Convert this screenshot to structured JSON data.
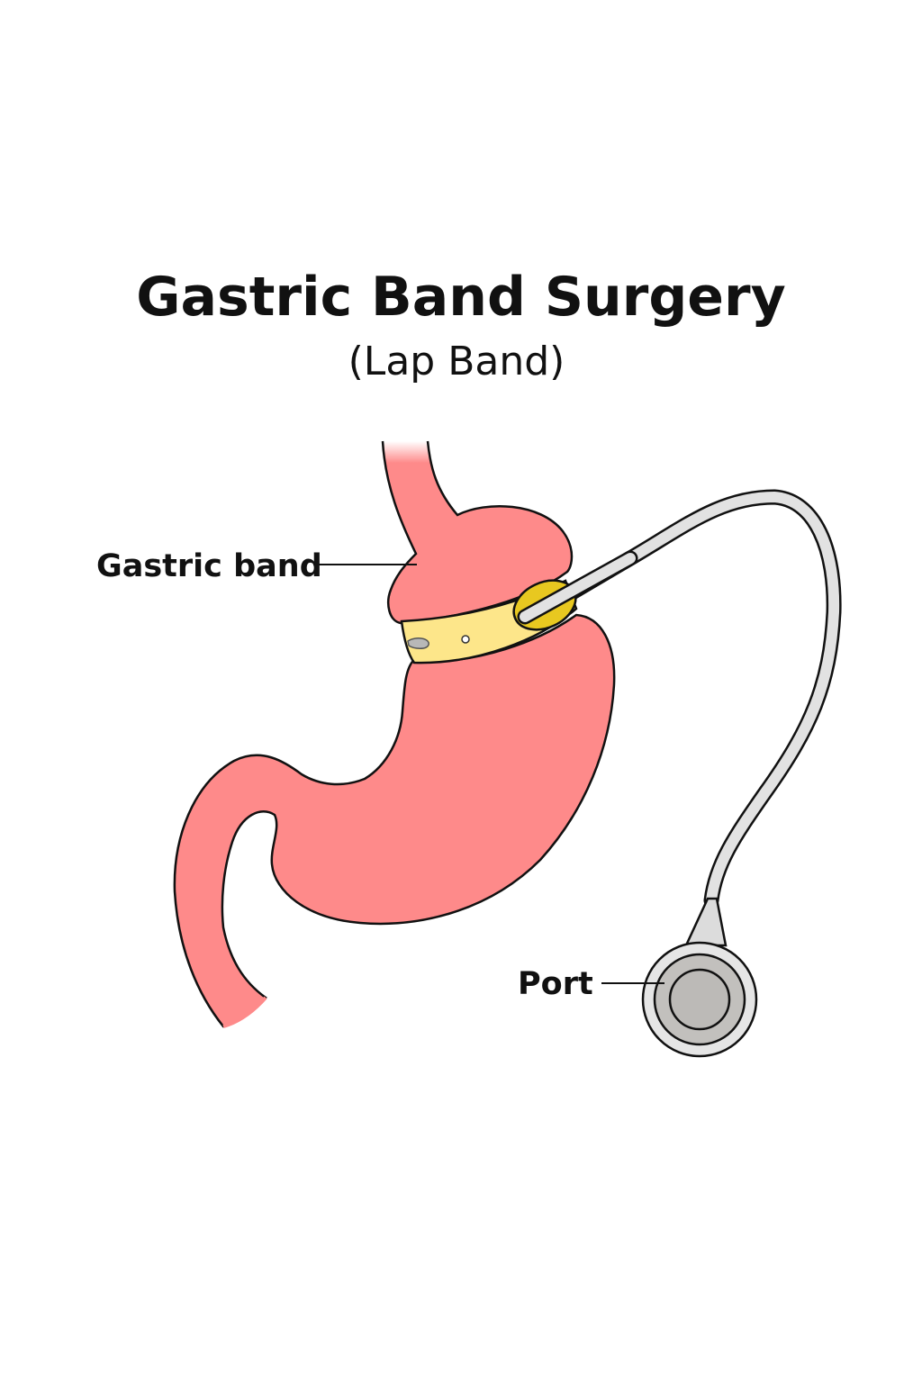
{
  "title": "Gastric Band Surgery",
  "subtitle": "(Lap Band)",
  "labels": {
    "gastric_band": "Gastric band",
    "port": "Port"
  },
  "colors": {
    "stomach": "#fe8a8a",
    "band": "#fde68a",
    "band_end": "#e8c820",
    "tube": "#e2e2e2",
    "port_outer": "#e5e5e5",
    "port_inner": "#c2c0bd",
    "outline": "#111111"
  }
}
